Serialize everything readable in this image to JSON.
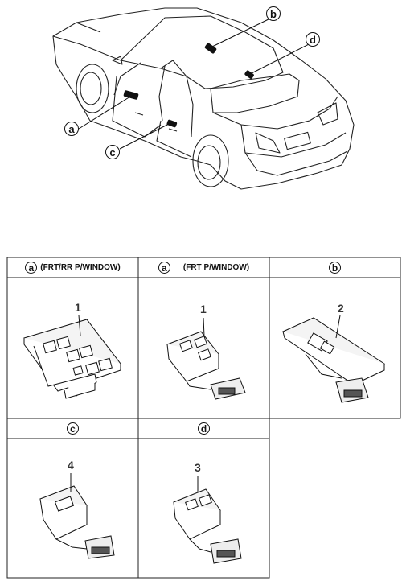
{
  "callouts": {
    "a": "a",
    "b": "b",
    "c": "c",
    "d": "d"
  },
  "cells": [
    {
      "letter": "a",
      "label": "(FRT/RR P/WINDOW)",
      "part": "1"
    },
    {
      "letter": "a",
      "label": "(FRT P/WINDOW)",
      "part": "1"
    },
    {
      "letter": "b",
      "label": "",
      "part": "2"
    },
    {
      "letter": "c",
      "label": "",
      "part": "4"
    },
    {
      "letter": "d",
      "label": "",
      "part": "3"
    }
  ]
}
